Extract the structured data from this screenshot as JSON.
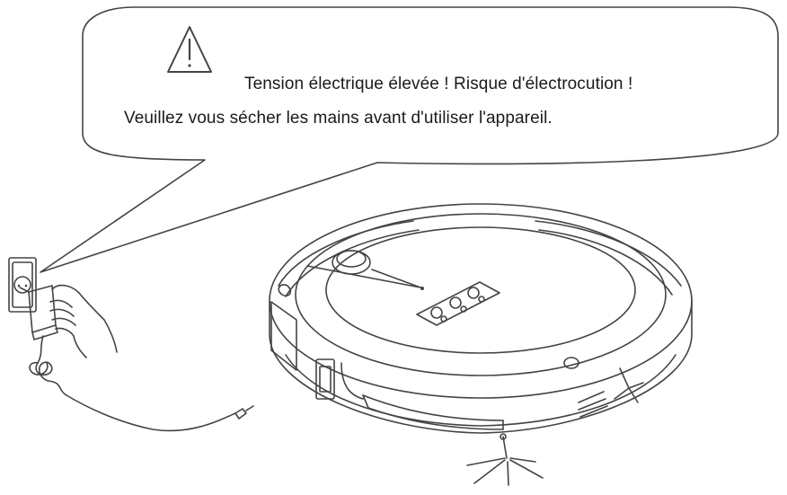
{
  "bubble": {
    "warning_icon": "warning-triangle-icon",
    "line1": "Tension électrique élevée ! Risque d'électrocution !",
    "line2": "Veuillez vous sécher les mains avant d'utiliser l'appareil."
  },
  "illustration": {
    "subjects": [
      "wall-socket",
      "power-adapter",
      "hand",
      "charging-cable",
      "robot-vacuum"
    ]
  },
  "colors": {
    "line": "#444444",
    "background": "#ffffff"
  }
}
